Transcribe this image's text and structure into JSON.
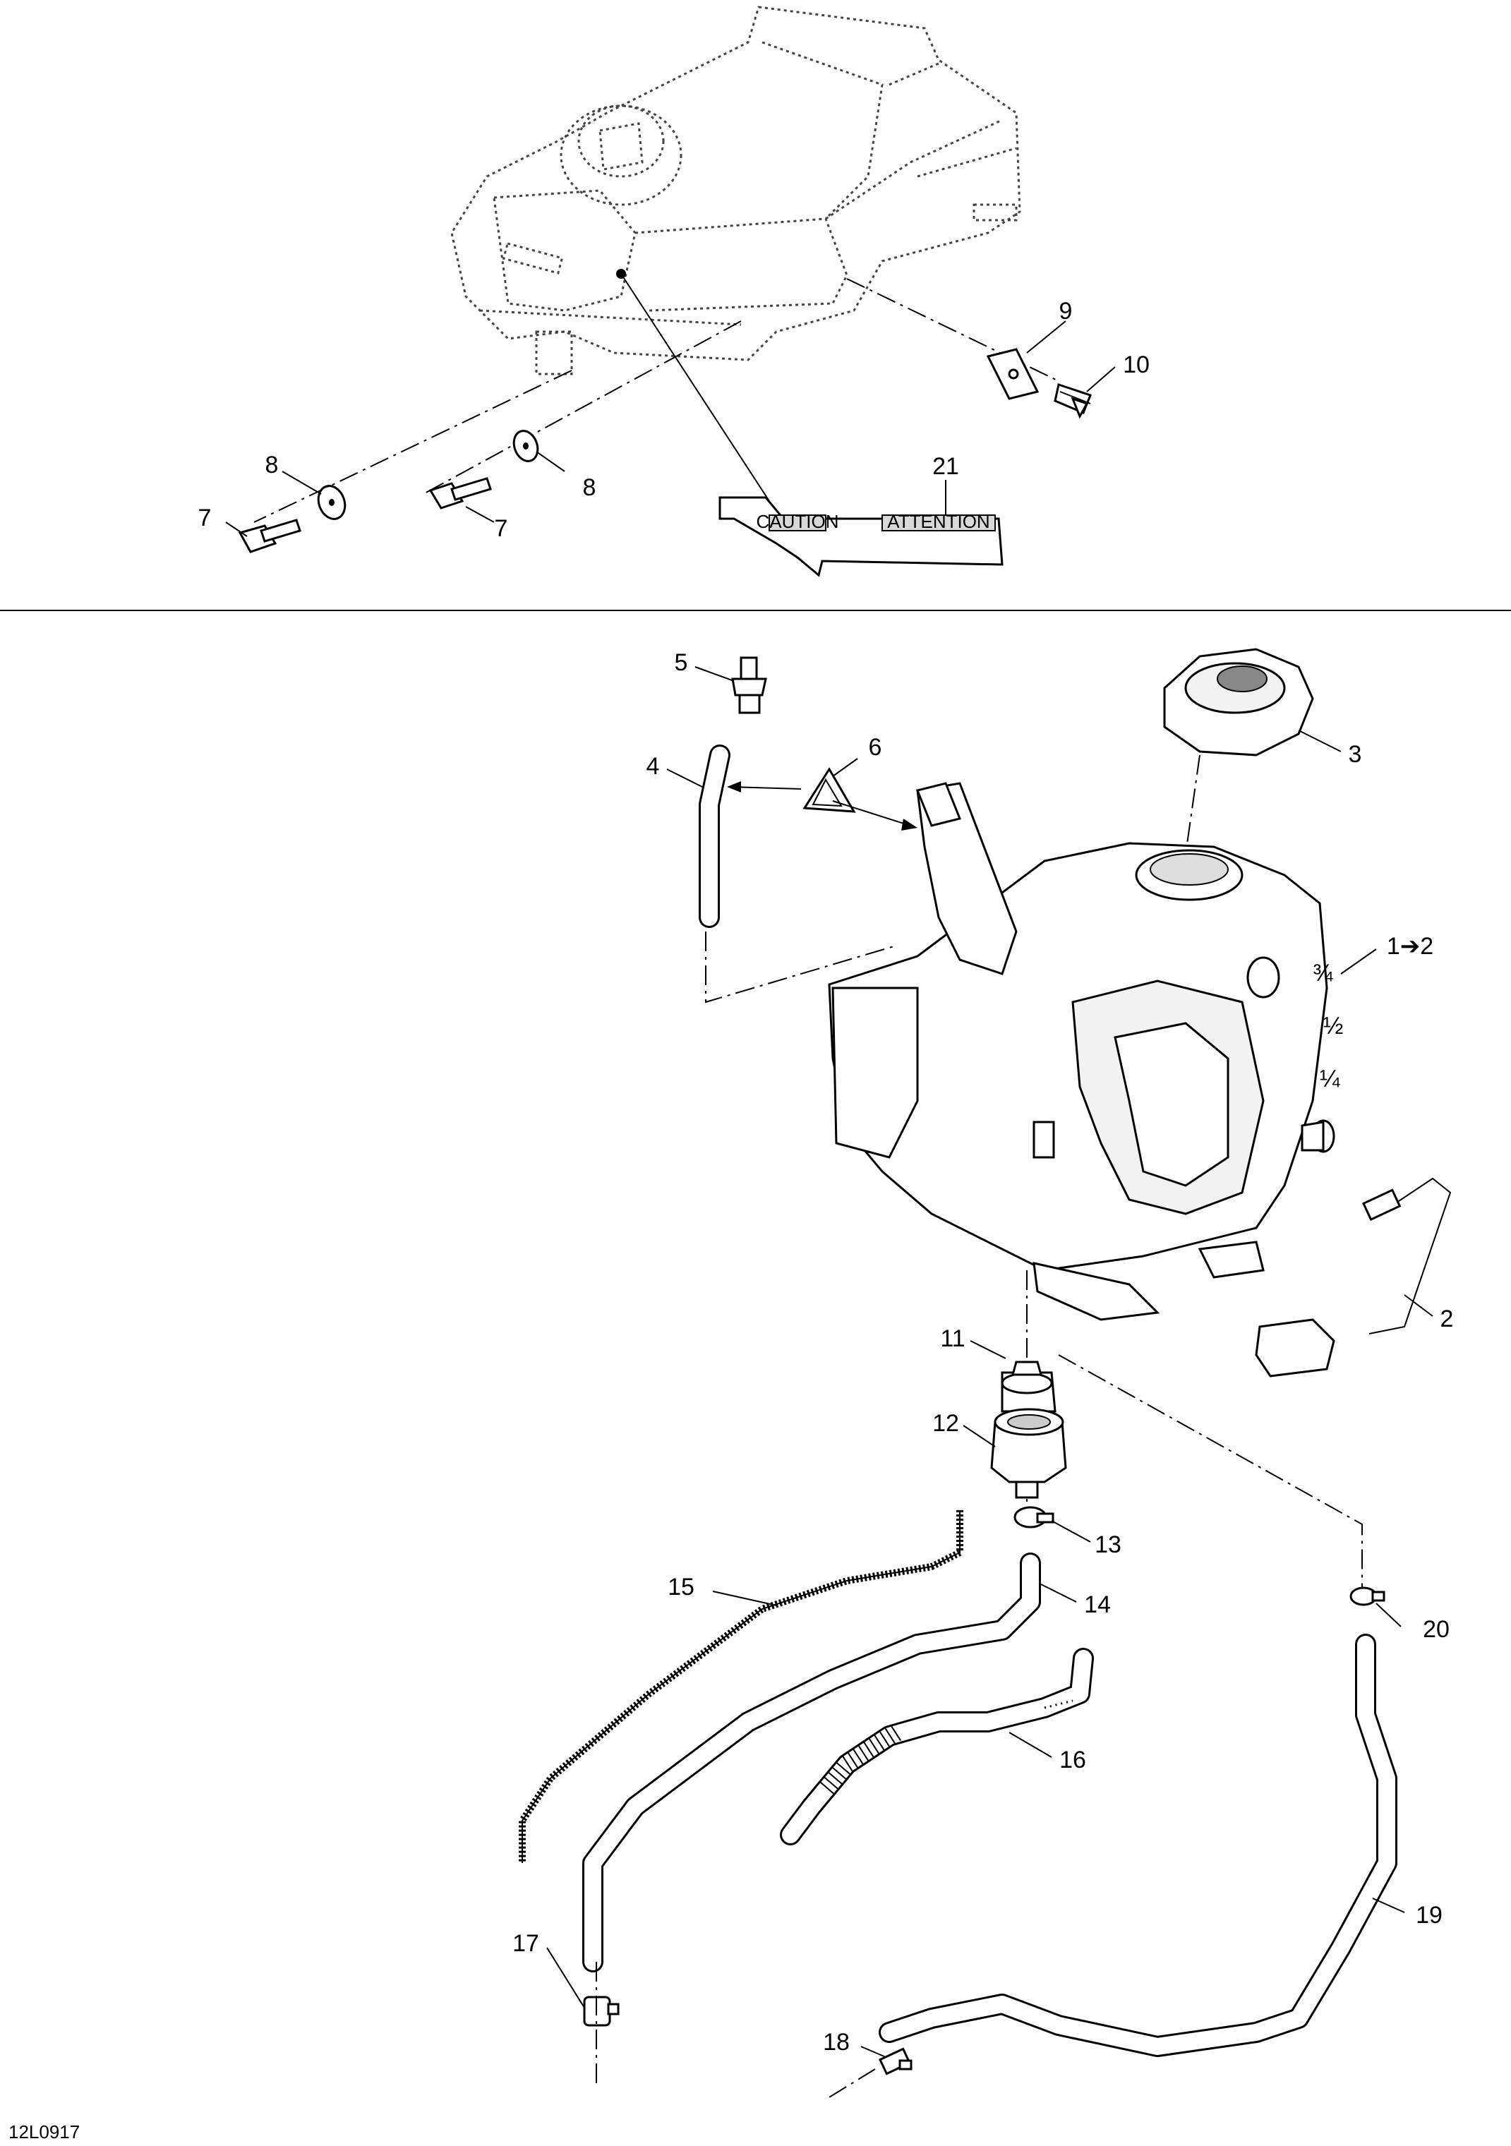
{
  "diagram": {
    "drawing_code": "12L0917",
    "exploded_view_upper": {
      "callouts": [
        {
          "id": "p7a",
          "label": "7"
        },
        {
          "id": "p8a",
          "label": "8"
        },
        {
          "id": "p7b",
          "label": "7"
        },
        {
          "id": "p8b",
          "label": "8"
        },
        {
          "id": "p9",
          "label": "9"
        },
        {
          "id": "p10",
          "label": "10"
        },
        {
          "id": "p21",
          "label": "21"
        }
      ],
      "label_texts": {
        "caution": "CAUTION",
        "attention": "ATTENTION"
      }
    },
    "exploded_view_lower": {
      "callouts": [
        {
          "id": "p1",
          "label": "1➔2"
        },
        {
          "id": "p2",
          "label": "2"
        },
        {
          "id": "p3",
          "label": "3"
        },
        {
          "id": "p4",
          "label": "4"
        },
        {
          "id": "p5",
          "label": "5"
        },
        {
          "id": "p6",
          "label": "6"
        },
        {
          "id": "p11",
          "label": "11"
        },
        {
          "id": "p12",
          "label": "12"
        },
        {
          "id": "p13",
          "label": "13"
        },
        {
          "id": "p14",
          "label": "14"
        },
        {
          "id": "p15",
          "label": "15"
        },
        {
          "id": "p16",
          "label": "16"
        },
        {
          "id": "p17",
          "label": "17"
        },
        {
          "id": "p18",
          "label": "18"
        },
        {
          "id": "p19",
          "label": "19"
        },
        {
          "id": "p20",
          "label": "20"
        }
      ],
      "gauge_marks": {
        "three_quarter": "¾",
        "half": "½",
        "quarter": "¼"
      }
    }
  }
}
